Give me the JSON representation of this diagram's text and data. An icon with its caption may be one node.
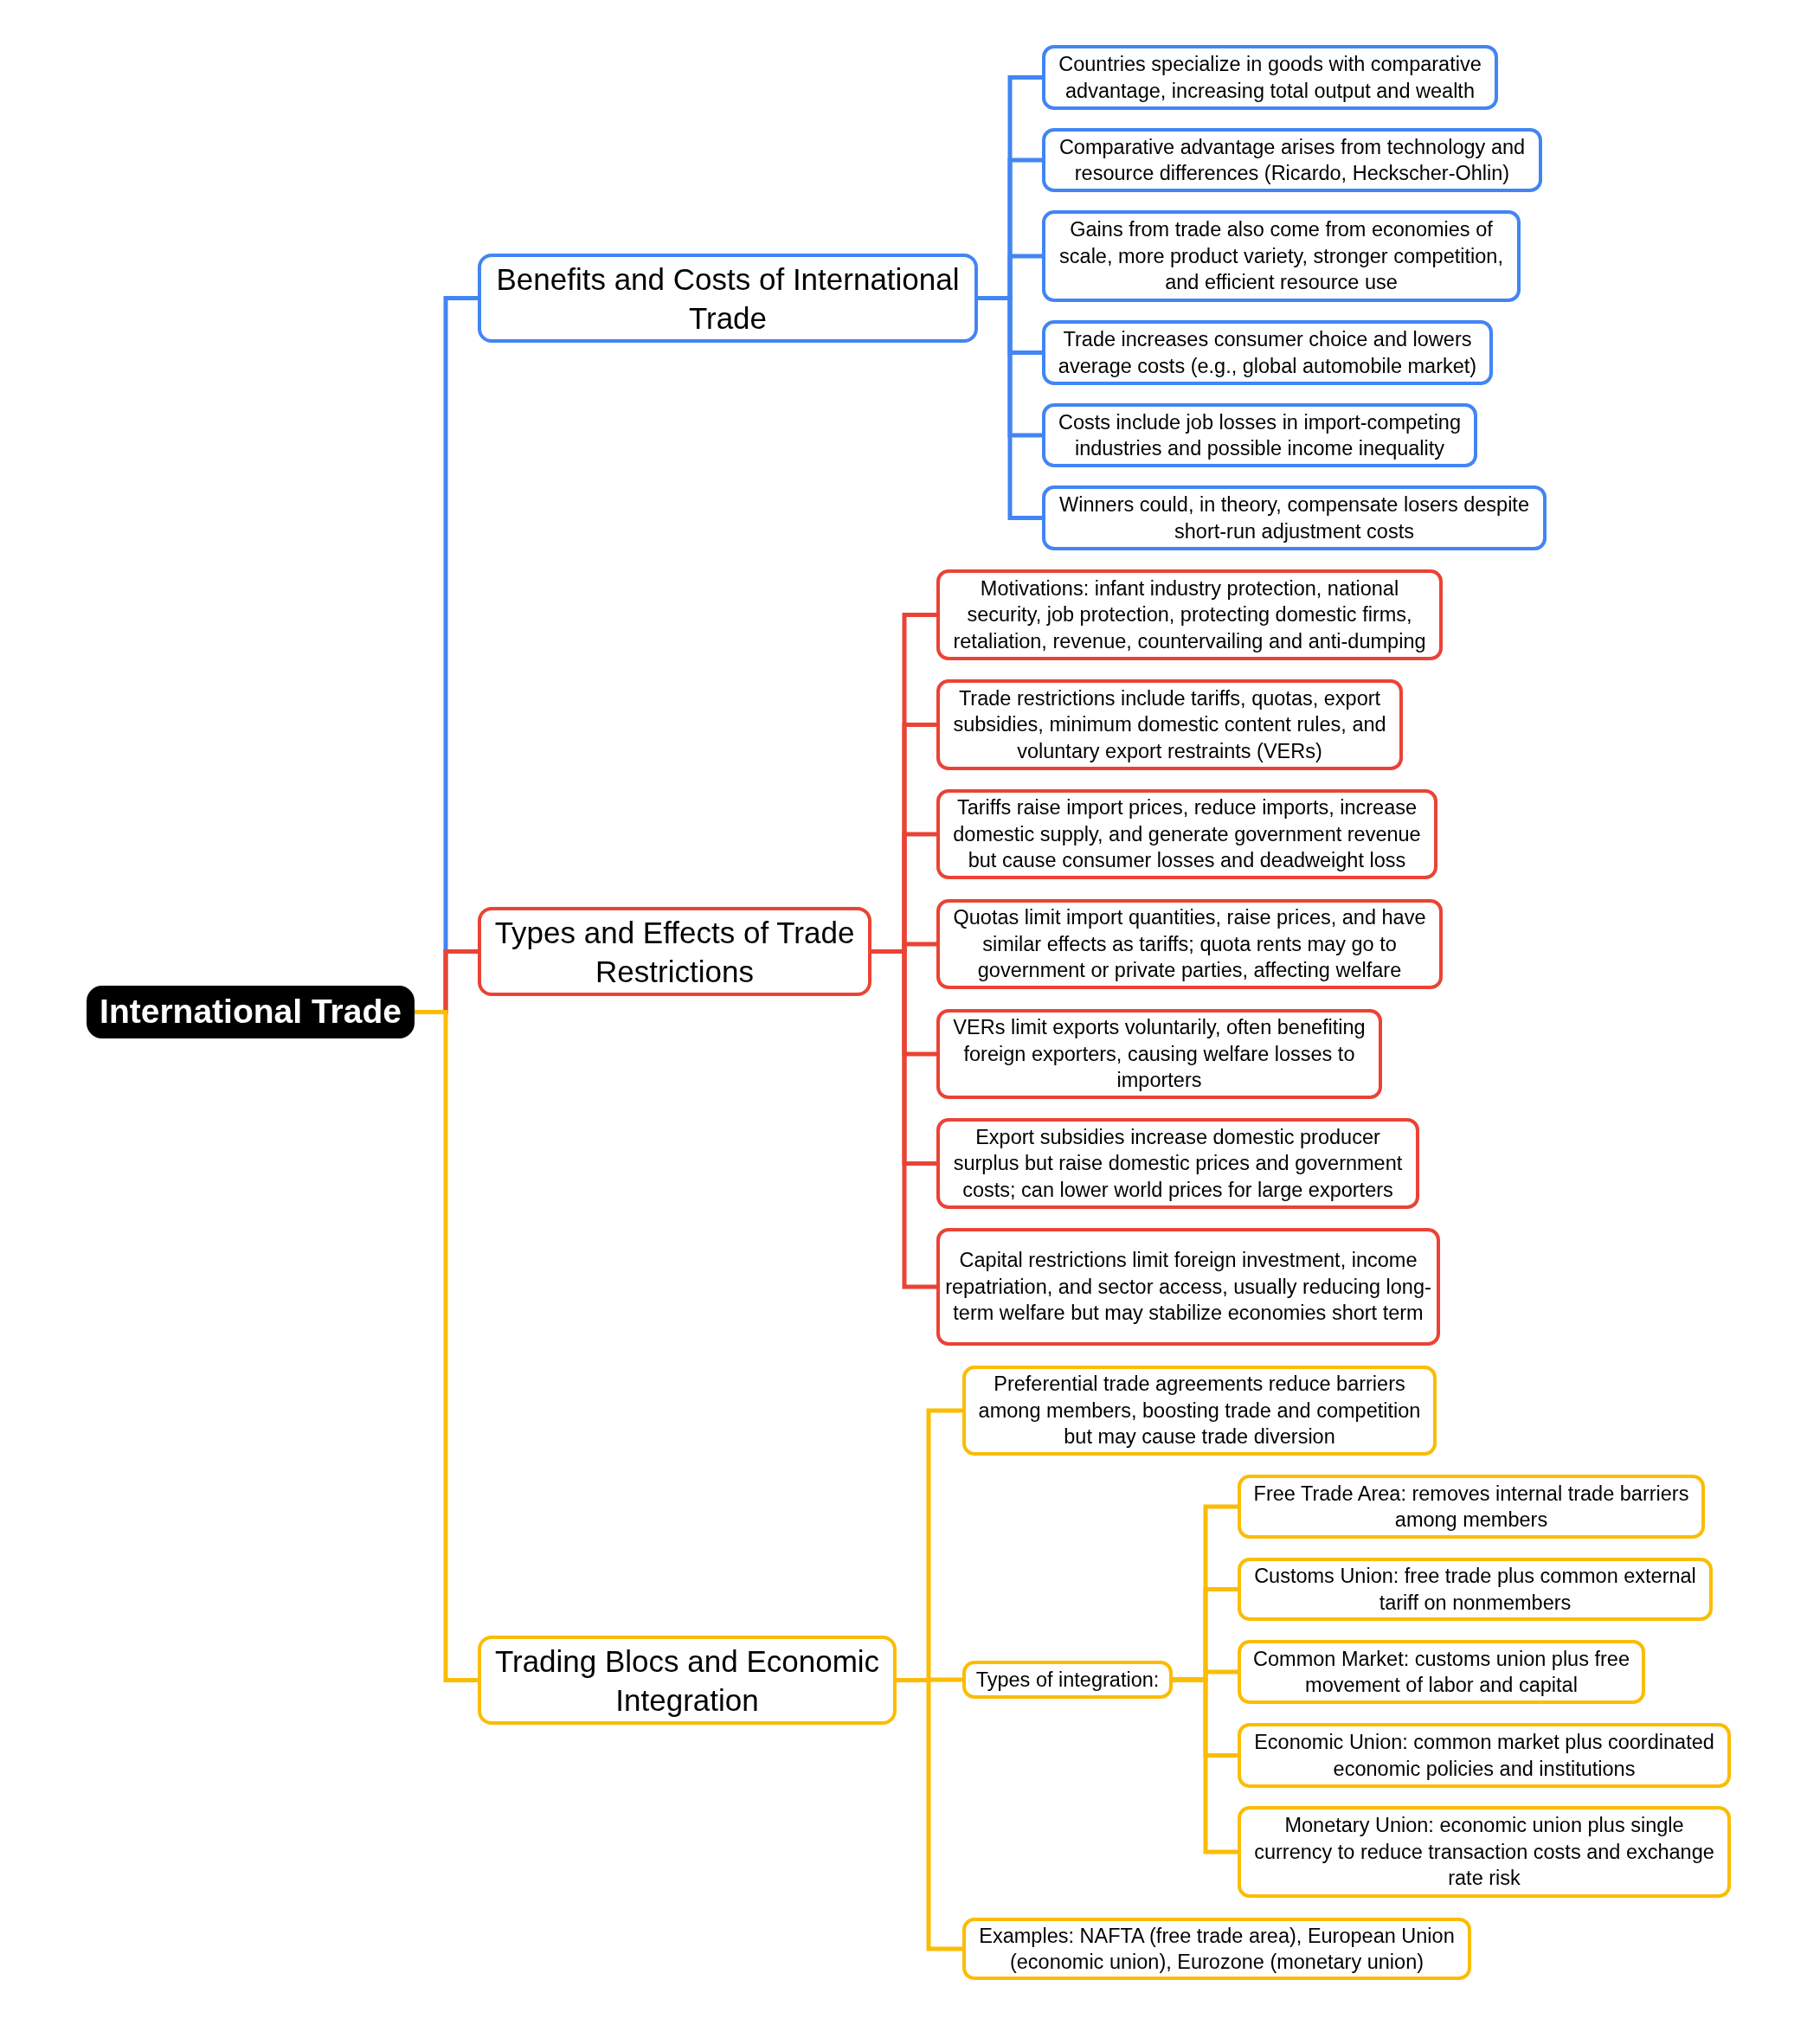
{
  "diagram": {
    "nodes": [
      {
        "text": [
          "International Trade"
        ]
      },
      {
        "text": [
          "Benefits and Costs of International Trade"
        ]
      },
      {
        "text": [
          "Countries specialize in goods with comparative advantage, increasing total output and wealth"
        ]
      },
      {
        "text": [
          "Comparative advantage arises from technology and resource differences (Ricardo, Heckscher-Ohlin)"
        ]
      },
      {
        "text": [
          "Gains from trade also come from economies of scale, more product variety, stronger competition, and efficient resource use"
        ]
      },
      {
        "text": [
          "Trade increases consumer choice and lowers average costs (e.g., global automobile market)"
        ]
      },
      {
        "text": [
          "Costs include job losses in import-competing industries and possible income inequality"
        ]
      },
      {
        "text": [
          "Winners could, in theory, compensate losers despite short-run adjustment costs"
        ]
      },
      {
        "text": [
          "Types and Effects of Trade Restrictions"
        ]
      },
      {
        "text": [
          "Motivations: infant industry protection, national security, job protection, protecting domestic firms, retaliation, revenue, countervailing and anti-dumping"
        ]
      },
      {
        "text": [
          "Trade restrictions include tariffs, quotas, export subsidies, minimum domestic content rules, and voluntary export restraints (VERs)"
        ]
      },
      {
        "text": [
          "Tariffs raise import prices, reduce imports, increase domestic supply, and generate government revenue but cause consumer losses and deadweight loss"
        ]
      },
      {
        "text": [
          "Quotas limit import quantities, raise prices, and have similar effects as tariffs; quota rents may go to government or private parties, affecting welfare"
        ]
      },
      {
        "text": [
          "VERs limit exports voluntarily, often benefiting foreign exporters, causing welfare losses to importers"
        ]
      },
      {
        "text": [
          "Export subsidies increase domestic producer surplus but raise domestic prices and government costs; can lower world prices for large exporters"
        ]
      },
      {
        "text": [
          "Capital restrictions limit foreign investment, income repatriation, and sector access, usually reducing long-term welfare but may stabilize economies short term"
        ]
      },
      {
        "text": [
          "Trading Blocs and Economic Integration"
        ]
      },
      {
        "text": [
          "Preferential trade agreements reduce barriers among members, boosting trade and competition but may cause trade diversion"
        ]
      },
      {
        "text": [
          "Types of integration:"
        ]
      },
      {
        "text": [
          "Free Trade Area: removes internal trade barriers among members"
        ]
      },
      {
        "text": [
          "Customs Union: free trade plus common external tariff on nonmembers"
        ]
      },
      {
        "text": [
          "Common Market: customs union plus free movement of labor and capital"
        ]
      },
      {
        "text": [
          "Economic Union: common market plus coordinated economic policies and institutions"
        ]
      },
      {
        "text": [
          "Monetary Union: economic union plus single currency to reduce transaction costs and exchange rate risk"
        ]
      },
      {
        "text": [
          "Examples: NAFTA (free trade area), European Union (economic union), Eurozone (monetary union)"
        ]
      }
    ],
    "edges": [
      {
        "from": 0,
        "to": 1,
        "arrow": "none",
        "color": "#4285f4"
      },
      {
        "from": 1,
        "to": 2,
        "arrow": "none",
        "color": "#4285f4"
      },
      {
        "from": 1,
        "to": 3,
        "arrow": "none",
        "color": "#4285f4"
      },
      {
        "from": 1,
        "to": 4,
        "arrow": "none",
        "color": "#4285f4"
      },
      {
        "from": 1,
        "to": 5,
        "arrow": "none",
        "color": "#4285f4"
      },
      {
        "from": 1,
        "to": 6,
        "arrow": "none",
        "color": "#4285f4"
      },
      {
        "from": 1,
        "to": 7,
        "arrow": "none",
        "color": "#4285f4"
      },
      {
        "from": 0,
        "to": 8,
        "arrow": "none",
        "color": "#ea4335"
      },
      {
        "from": 8,
        "to": 9,
        "arrow": "none",
        "color": "#ea4335"
      },
      {
        "from": 8,
        "to": 10,
        "arrow": "none",
        "color": "#ea4335"
      },
      {
        "from": 8,
        "to": 11,
        "arrow": "none",
        "color": "#ea4335"
      },
      {
        "from": 8,
        "to": 12,
        "arrow": "none",
        "color": "#ea4335"
      },
      {
        "from": 8,
        "to": 13,
        "arrow": "none",
        "color": "#ea4335"
      },
      {
        "from": 8,
        "to": 14,
        "arrow": "none",
        "color": "#ea4335"
      },
      {
        "from": 8,
        "to": 15,
        "arrow": "none",
        "color": "#ea4335"
      },
      {
        "from": 0,
        "to": 16,
        "arrow": "none"
      },
      {
        "from": 16,
        "to": 17,
        "arrow": "none"
      },
      {
        "from": 16,
        "to": 18,
        "arrow": "none"
      },
      {
        "from": 18,
        "to": 19,
        "arrow": "none"
      },
      {
        "from": 18,
        "to": 20,
        "arrow": "none"
      },
      {
        "from": 18,
        "to": 21,
        "arrow": "none"
      },
      {
        "from": 18,
        "to": 22,
        "arrow": "none"
      },
      {
        "from": 18,
        "to": 23,
        "arrow": "none"
      },
      {
        "from": 16,
        "to": 24,
        "arrow": "none"
      }
    ]
  }
}
